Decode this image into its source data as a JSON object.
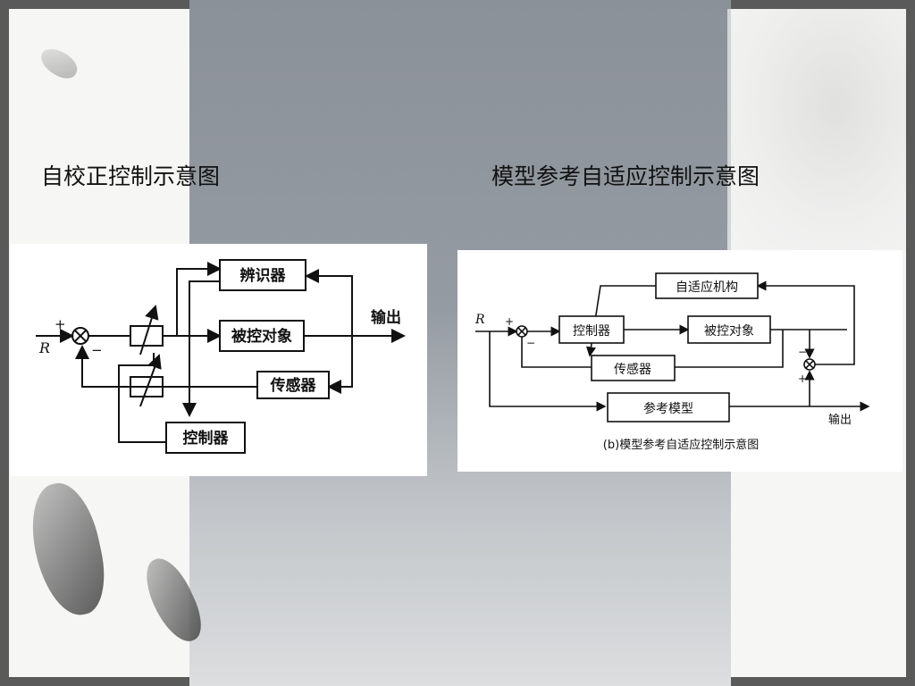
{
  "slide": {
    "left_title": "自校正控制示意图",
    "right_title": "模型参考自适应控制示意图"
  },
  "diagram_a": {
    "input": "R",
    "plus": "+",
    "minus": "−",
    "identifier": "辨识器",
    "plant": "被控对象",
    "output": "输出",
    "sensor": "传感器",
    "controller": "控制器"
  },
  "diagram_b": {
    "input": "R",
    "plus": "+",
    "minus": "−",
    "adaptive": "自适应机构",
    "controller": "控制器",
    "plant": "被控对象",
    "sensor": "传感器",
    "reference": "参考模型",
    "output": "输出",
    "err_minus": "−",
    "err_plus": "+",
    "caption": "(b)模型参考自适应控制示意图"
  },
  "colors": {
    "line": "#111111",
    "panel": "#8f959c",
    "frame": "#5a5a5a"
  }
}
